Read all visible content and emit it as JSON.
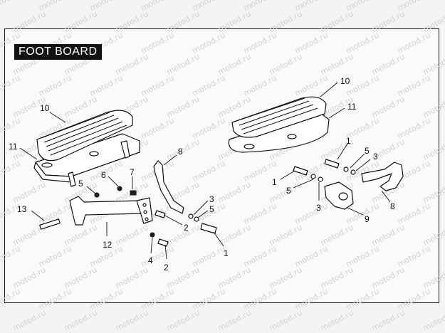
{
  "title": "FOOT BOARD",
  "watermark": "motod.ru",
  "callouts": {
    "l10": "10",
    "l11": "11",
    "l8": "8",
    "l6": "6",
    "l7": "7",
    "l5": "5",
    "l13": "13",
    "l12": "12",
    "l4": "4",
    "l2a": "2",
    "l2b": "2",
    "l3": "3",
    "l5b": "5",
    "l1": "1",
    "r10": "10",
    "r11": "11",
    "r1a": "1",
    "r5a": "5",
    "r3a": "3",
    "r1b": "1",
    "r5b": "5",
    "r3b": "3",
    "r9": "9",
    "r8": "8"
  }
}
